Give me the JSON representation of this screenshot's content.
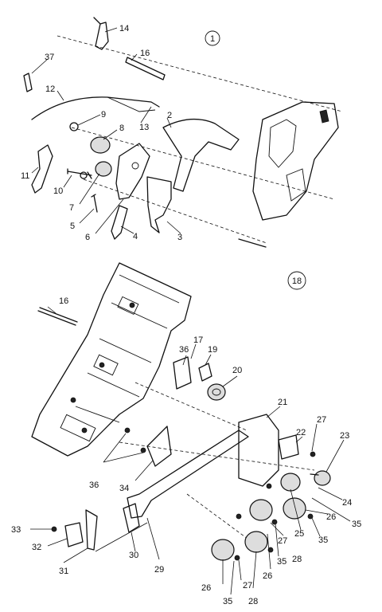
{
  "views": [
    {
      "id": "1"
    },
    {
      "id": "18"
    }
  ],
  "callouts_top": [
    "14",
    "37",
    "16",
    "12",
    "9",
    "13",
    "2",
    "8",
    "11",
    "10",
    "7",
    "5",
    "6",
    "4",
    "3"
  ],
  "callouts_bottom": [
    "16",
    "17",
    "36",
    "19",
    "20",
    "21",
    "27",
    "22",
    "23",
    "24",
    "26",
    "35",
    "35",
    "25",
    "27",
    "27",
    "35",
    "28",
    "26",
    "28",
    "26",
    "35",
    "36",
    "34",
    "33",
    "32",
    "31",
    "30",
    "29"
  ]
}
